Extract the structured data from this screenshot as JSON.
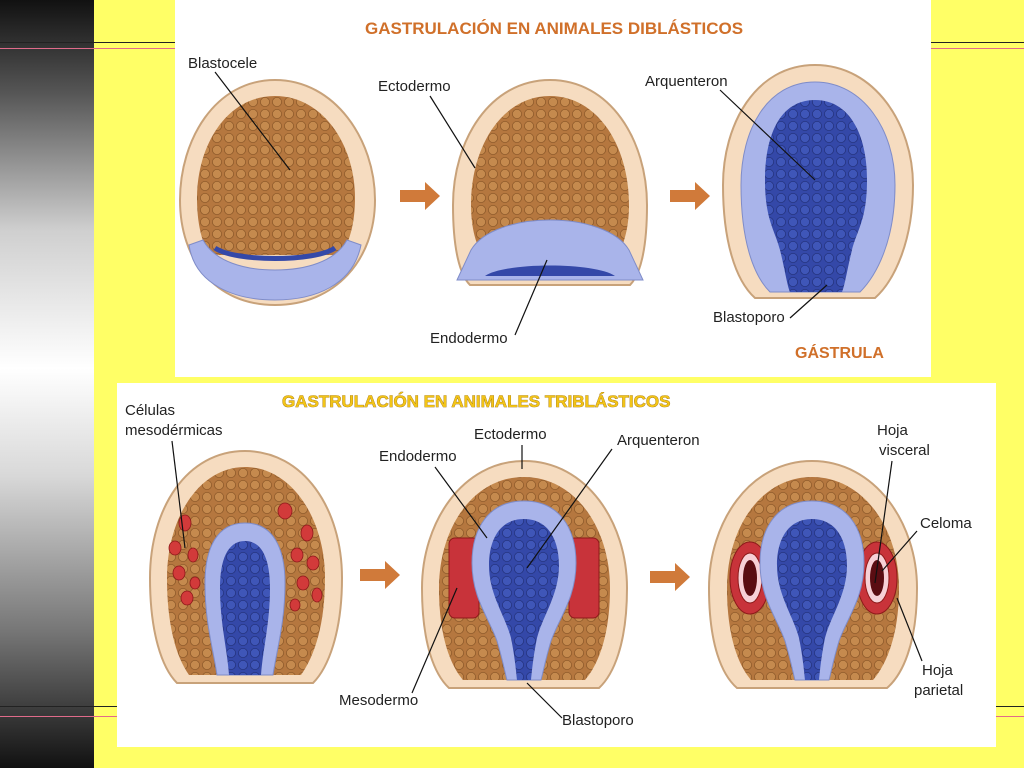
{
  "diblastic": {
    "title": "GASTRULACIÓN EN ANIMALES DIBLÁSTICOS",
    "labels": {
      "blastocele": "Blastocele",
      "ectodermo": "Ectodermo",
      "endodermo": "Endodermo",
      "arquenteron": "Arquenteron",
      "blastoporo": "Blastoporo"
    },
    "stage_label": "GÁSTRULA"
  },
  "triblastic": {
    "title": "GASTRULACIÓN EN ANIMALES TRIBLÁSTICOS",
    "labels": {
      "celulas_line1": "Células",
      "celulas_line2": "mesodérmicas",
      "ectodermo": "Ectodermo",
      "endodermo": "Endodermo",
      "arquenteron": "Arquenteron",
      "mesodermo": "Mesodermo",
      "blastoporo": "Blastoporo",
      "hoja_visceral_line1": "Hoja",
      "hoja_visceral_line2": "visceral",
      "celoma": "Celoma",
      "hoja_parietal_line1": "Hoja",
      "hoja_parietal_line2": "parietal"
    }
  },
  "colors": {
    "background": "#ffff66",
    "ectoderm": "#f6dcc0",
    "blastocoel": "#b5773f",
    "endoderm": "#a9b4ea",
    "archenteron": "#3448a8",
    "mesoderm": "#c8333a",
    "arrow": "#d07a3a"
  }
}
